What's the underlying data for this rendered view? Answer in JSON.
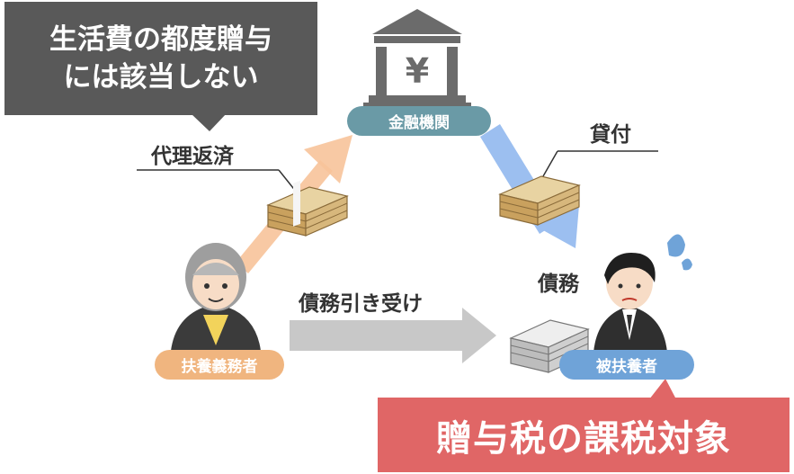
{
  "callout_no_gift": {
    "line1": "生活費の都度贈与",
    "line2": "には該当しない"
  },
  "callout_gift_tax": "贈与税の課税対象",
  "bank": {
    "label": "金融機関",
    "symbol": "¥"
  },
  "guarantor_label": "扶養義務者",
  "dependent_label": "被扶養者",
  "arrow_labels": {
    "proxy_repayment": "代理返済",
    "loan": "貸付",
    "debt": "債務",
    "debt_assumption": "債務引き受け"
  },
  "colors": {
    "dark_callout": "#595959",
    "red_callout": "#e06666",
    "bank_pill": "#6a9aa6",
    "guarantor_pill": "#f0b57f",
    "dependent_pill": "#6fa3d8",
    "orange_arrow": "#f7c39a",
    "blue_arrow": "#9cbff0",
    "gray_arrow": "#c8c8c8",
    "money": "#d7b77c"
  },
  "icons": [
    "bank-icon",
    "money-stack-icon",
    "elderly-person-icon",
    "young-man-icon",
    "sweat-drop-icon"
  ]
}
